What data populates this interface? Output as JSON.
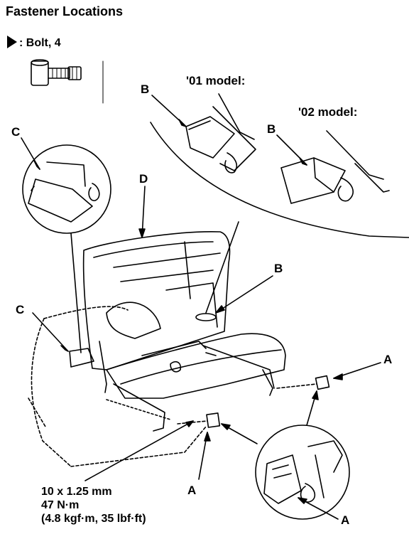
{
  "header": {
    "title": "Fastener Locations"
  },
  "legend": {
    "symbol": "▶",
    "text": ": Bolt, 4"
  },
  "models": {
    "model_01": "'01 model:",
    "model_02": "'02 model:"
  },
  "callouts": {
    "b_01": "B",
    "b_02": "B",
    "b_main": "B",
    "c_detail": "C",
    "c_main": "C",
    "d": "D",
    "a_right": "A",
    "a_bottom": "A",
    "a_detail": "A"
  },
  "torque": {
    "line1": "10 x 1.25 mm",
    "line2": "47 N·m",
    "line3": "(4.8 kgf·m, 35 lbf·ft)"
  }
}
